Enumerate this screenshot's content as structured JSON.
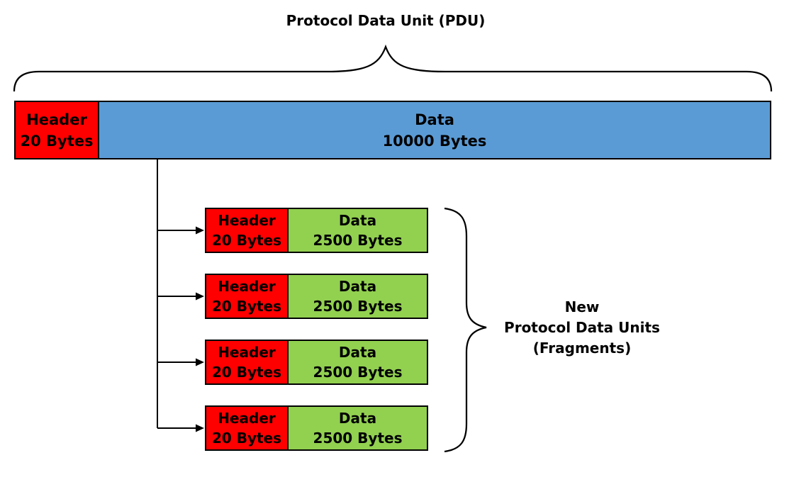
{
  "title": "Protocol Data Unit (PDU)",
  "colors": {
    "header-red": "#fe0000",
    "data-blue": "#5b9bd5",
    "fragment-green": "#92d050",
    "stroke-black": "#000000",
    "text-black": "#000000",
    "background": "#ffffff"
  },
  "pdu_bar": {
    "header": {
      "line1": "Header",
      "line2": "20 Bytes"
    },
    "data": {
      "line1": "Data",
      "line2": "10000 Bytes"
    }
  },
  "fragments": [
    {
      "header": {
        "line1": "Header",
        "line2": "20 Bytes"
      },
      "data": {
        "line1": "Data",
        "line2": "2500 Bytes"
      }
    },
    {
      "header": {
        "line1": "Header",
        "line2": "20 Bytes"
      },
      "data": {
        "line1": "Data",
        "line2": "2500 Bytes"
      }
    },
    {
      "header": {
        "line1": "Header",
        "line2": "20 Bytes"
      },
      "data": {
        "line1": "Data",
        "line2": "2500 Bytes"
      }
    },
    {
      "header": {
        "line1": "Header",
        "line2": "20 Bytes"
      },
      "data": {
        "line1": "Data",
        "line2": "2500 Bytes"
      }
    }
  ],
  "fragment_group_label": {
    "line1": "New",
    "line2": "Protocol Data Units",
    "line3": "(Fragments)"
  }
}
